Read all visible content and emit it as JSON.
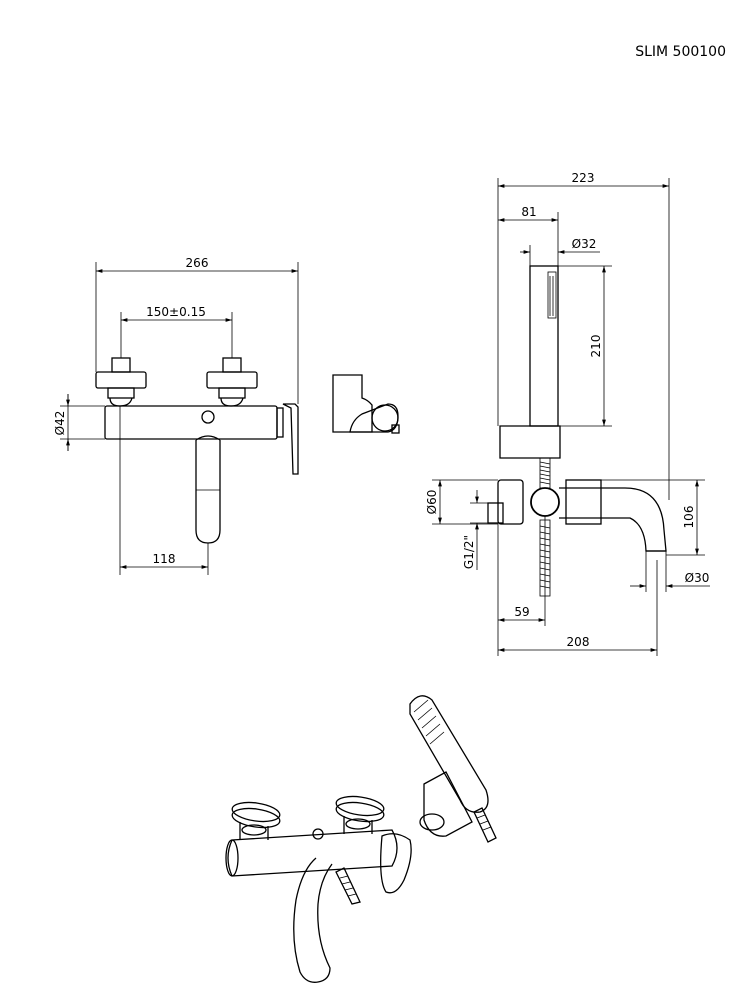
{
  "title": "SLIM 500100",
  "front_view": {
    "overall_width": "266",
    "center_distance": "150±0.15",
    "body_diameter": "Ø42",
    "spout_offset": "118"
  },
  "side_view": {
    "total_width": "223",
    "shower_offset": "81",
    "handshower_diameter": "Ø32",
    "handshower_length": "210",
    "connection_diameter": "Ø60",
    "thread": "G1/2\"",
    "spout_height": "106",
    "spout_diameter": "Ø30",
    "depth_to_axis": "59",
    "spout_projection": "208"
  }
}
